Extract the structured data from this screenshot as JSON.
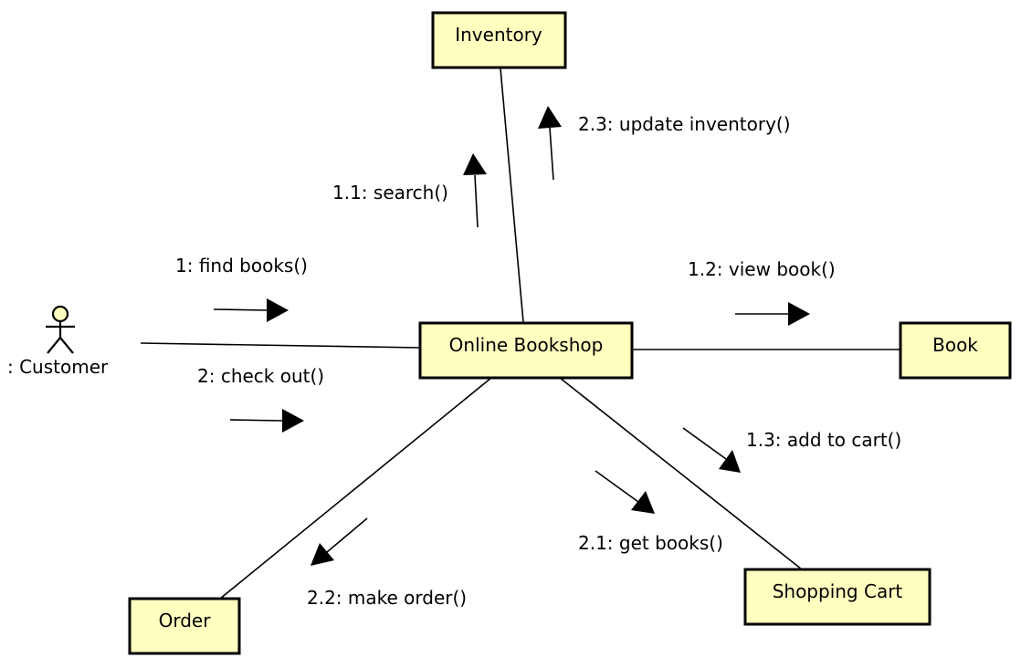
{
  "diagram": {
    "type": "UML communication diagram",
    "actor": {
      "label": ": Customer"
    },
    "objects": {
      "inventory": "Inventory",
      "bookshop": "Online Bookshop",
      "book": "Book",
      "order": "Order",
      "cart": "Shopping Cart"
    },
    "messages": [
      {
        "label": "1: find books()",
        "from": "Customer",
        "to": "Online Bookshop"
      },
      {
        "label": "1.1: search()",
        "from": "Online Bookshop",
        "to": "Inventory"
      },
      {
        "label": "1.2: view book()",
        "from": "Online Bookshop",
        "to": "Book"
      },
      {
        "label": "1.3: add to cart()",
        "from": "Online Bookshop",
        "to": "Shopping Cart"
      },
      {
        "label": "2: check out()",
        "from": "Customer",
        "to": "Online Bookshop"
      },
      {
        "label": "2.1: get books()",
        "from": "Online Bookshop",
        "to": "Shopping Cart"
      },
      {
        "label": "2.2: make order()",
        "from": "Online Bookshop",
        "to": "Order"
      },
      {
        "label": "2.3: update inventory()",
        "from": "Online Bookshop",
        "to": "Inventory"
      }
    ],
    "colors": {
      "object_fill": "#ffffc0",
      "stroke": "#000000"
    }
  }
}
